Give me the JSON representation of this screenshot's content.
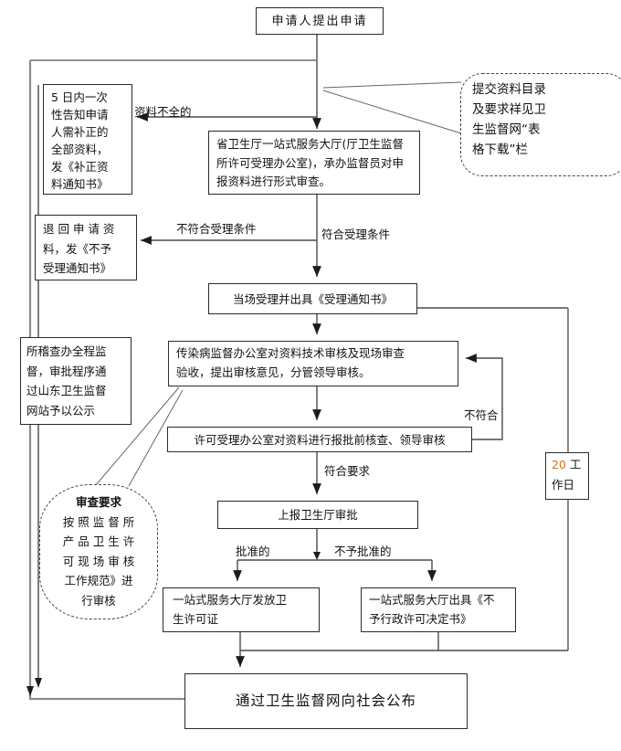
{
  "nodes": {
    "applicant": {
      "text": "申请人提出申请"
    },
    "supplement": {
      "lines": [
        "5 日内一次",
        "性告知申请",
        "人需补正的",
        "全部资料，",
        "发《补正资",
        "料通知书》"
      ]
    },
    "callout_submit": {
      "lines": [
        "提交资料目录",
        "及要求祥见卫",
        "生监督网“表",
        "格下载”栏"
      ]
    },
    "form_review": {
      "lines": [
        "省卫生厅一站式服务大厅(厅卫生监督",
        "所许可受理办公室)，承办监督员对申",
        "报资料进行形式审查。"
      ]
    },
    "return_box": {
      "lines": [
        "退 回 申 请 资",
        "料，发《不予",
        "受理通知书》"
      ]
    },
    "accept": {
      "text": "当场受理并出具《受理通知书》"
    },
    "supervision": {
      "lines": [
        "所稽查办全程监",
        "督，审批程序通",
        "过山东卫生监督",
        "网站予以公示"
      ]
    },
    "tech_review": {
      "lines": [
        "传染病监督办公室对资料技术审核及现场审查",
        "验收，提出审核意见，分管领导审核。"
      ]
    },
    "pre_approval": {
      "text": "许可受理办公室对资料进行报批前核查、领导审核"
    },
    "callout_review": {
      "title": "审查要求",
      "lines": [
        "按 照 监 督 所",
        "产 品 卫 生 许",
        "可 现 场 审 核",
        "工作规范》进",
        "行审核"
      ]
    },
    "submit_approval": {
      "text": "上报卫生厅审批"
    },
    "issue_cert": {
      "lines": [
        "一站式服务大厅发放卫",
        "生许可证"
      ]
    },
    "deny_cert": {
      "lines": [
        "一站式服务大厅出具《不",
        "予行政许可决定书》"
      ]
    },
    "work_days": {
      "number": "20",
      "after_number": " 工",
      "line2": "作日"
    },
    "publish": {
      "text": "通过卫生监督网向社会公布"
    }
  },
  "labels": {
    "incomplete": "资料不全的",
    "not_meet_accept": "不符合受理条件",
    "meet_accept": "符合受理条件",
    "not_meet": "不符合",
    "meet_req": "符合要求",
    "approved": "批准的",
    "not_approved": "不予批准的"
  },
  "colors": {
    "accent_number": "#e36c09",
    "line": "#4a4a4a",
    "border": "#2b2b2b"
  }
}
